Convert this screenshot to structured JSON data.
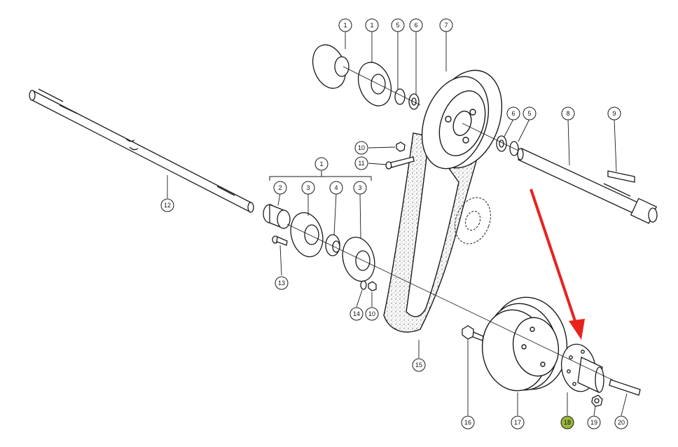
{
  "colors": {
    "ink": "#1a1a1a",
    "paper": "#ffffff",
    "belt_speckle": "#d9d9d9",
    "arrow": "#e8221c",
    "highlight": "#9ab83a"
  },
  "callouts": [
    {
      "id": "c1a",
      "label": "1"
    },
    {
      "id": "c1b",
      "label": "1"
    },
    {
      "id": "c5a",
      "label": "5"
    },
    {
      "id": "c6a",
      "label": "6"
    },
    {
      "id": "c7",
      "label": "7"
    },
    {
      "id": "c6b",
      "label": "6"
    },
    {
      "id": "c5b",
      "label": "5"
    },
    {
      "id": "c8",
      "label": "8"
    },
    {
      "id": "c9",
      "label": "9"
    },
    {
      "id": "c10a",
      "label": "10"
    },
    {
      "id": "c11",
      "label": "11"
    },
    {
      "id": "c1c",
      "label": "1"
    },
    {
      "id": "c2",
      "label": "2"
    },
    {
      "id": "c3a",
      "label": "3"
    },
    {
      "id": "c4",
      "label": "4"
    },
    {
      "id": "c3b",
      "label": "3"
    },
    {
      "id": "c12",
      "label": "12"
    },
    {
      "id": "c13",
      "label": "13"
    },
    {
      "id": "c14",
      "label": "14"
    },
    {
      "id": "c10b",
      "label": "10"
    },
    {
      "id": "c15",
      "label": "15"
    },
    {
      "id": "c16",
      "label": "16"
    },
    {
      "id": "c17",
      "label": "17"
    },
    {
      "id": "c18",
      "label": "18",
      "highlighted": true
    },
    {
      "id": "c19",
      "label": "19"
    },
    {
      "id": "c20",
      "label": "20"
    }
  ]
}
